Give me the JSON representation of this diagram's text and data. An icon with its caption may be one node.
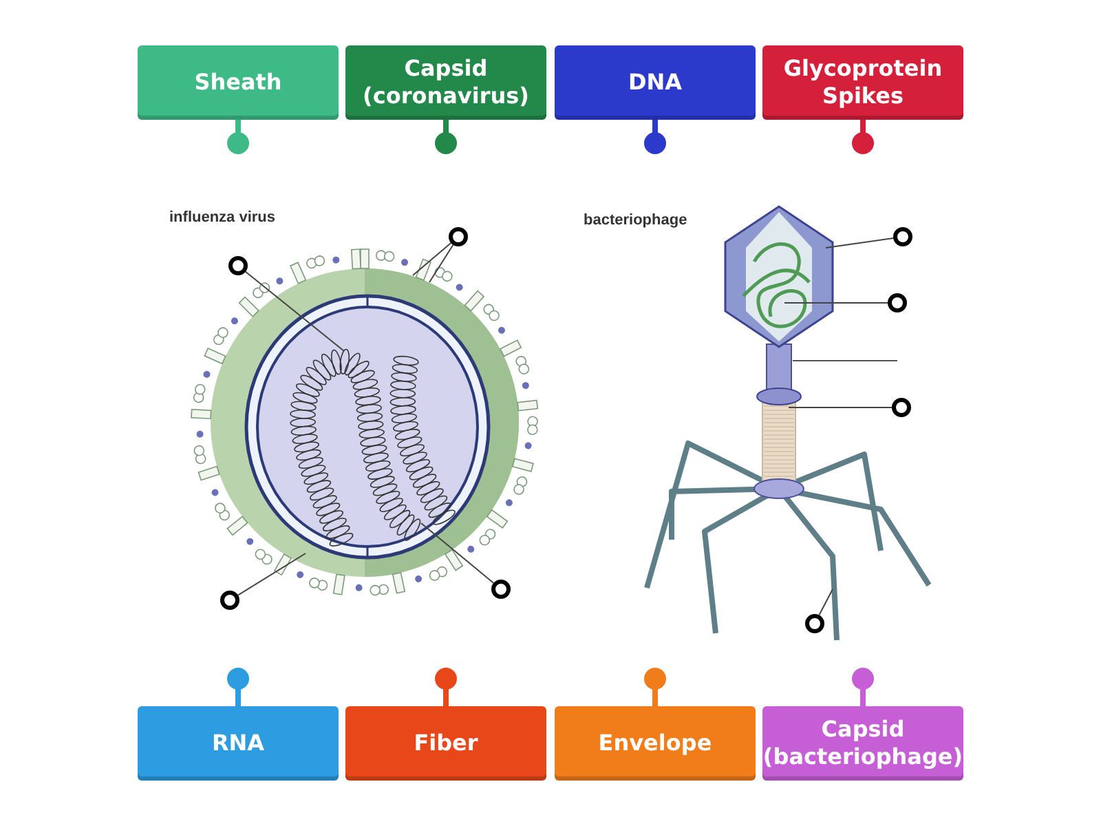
{
  "diagram": {
    "nodes": [
      {
        "text": [
          "Sheath"
        ]
      },
      {
        "text": [
          "Capsid (coronavirus)"
        ]
      },
      {
        "text": [
          "DNA"
        ]
      },
      {
        "text": [
          "Glycoprotein Spikes"
        ]
      },
      {
        "text": [
          "RNA"
        ]
      },
      {
        "text": [
          "Fiber"
        ]
      },
      {
        "text": [
          "Envelope"
        ]
      },
      {
        "text": [
          "Capsid (bacteriophage)"
        ]
      },
      {
        "text": [],
        "shape": "circle"
      },
      {
        "text": [],
        "shape": "circle"
      },
      {
        "text": [],
        "shape": "circle"
      },
      {
        "text": [],
        "shape": "circle"
      },
      {
        "text": [],
        "shape": "circle"
      },
      {
        "text": [],
        "shape": "circle"
      },
      {
        "text": [],
        "shape": "circle"
      },
      {
        "text": [],
        "shape": "circle"
      }
    ],
    "edges": [
      {
        "from": 8,
        "to": null,
        "arrow": "none"
      },
      {
        "from": 9,
        "to": null,
        "arrow": "none"
      },
      {
        "from": 9,
        "to": null,
        "arrow": "none"
      },
      {
        "from": 10,
        "to": null,
        "arrow": "none"
      },
      {
        "from": 11,
        "to": null,
        "arrow": "none"
      },
      {
        "from": 12,
        "to": null,
        "arrow": "none"
      },
      {
        "from": 13,
        "to": null,
        "arrow": "none"
      },
      {
        "from": 14,
        "to": null,
        "arrow": "none"
      },
      {
        "from": 15,
        "to": null,
        "arrow": "none"
      }
    ],
    "labels": [
      "influenza virus",
      "bacteriophage"
    ]
  }
}
